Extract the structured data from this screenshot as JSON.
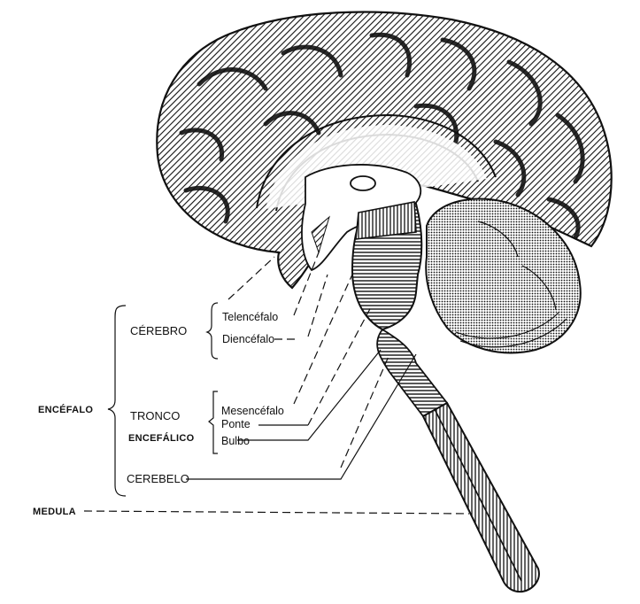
{
  "diagram": {
    "labels": {
      "encefalo": "ENCÉFALO",
      "cerebro": "CÉREBRO",
      "telencefalo": "Telencéfalo",
      "diencefalo": "Diencéfalo",
      "tronco": "TRONCO",
      "encefalico": "ENCEFÁLICO",
      "mesencefalo": "Mesencéfalo",
      "ponte": "Ponte",
      "bulbo": "Bulbo",
      "cerebelo": "CEREBELO",
      "medula": "MEDULA"
    },
    "colors": {
      "ink": "#111111",
      "paper": "#ffffff"
    }
  }
}
